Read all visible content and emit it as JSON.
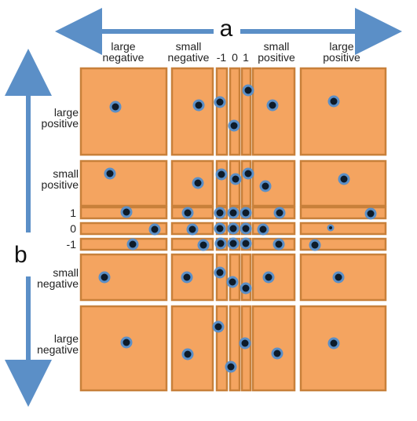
{
  "axis_a": {
    "label": "a",
    "columns": [
      "large\nnegative",
      "small\nnegative",
      "-1",
      "0",
      "1",
      "small\npositive",
      "large\npositive"
    ]
  },
  "axis_b": {
    "label": "b",
    "rows": [
      "large\npositive",
      "small\npositive",
      "1",
      "0",
      "-1",
      "small\nnegative",
      "large\nnegative"
    ]
  },
  "colors": {
    "arrow": "#5b8fc7",
    "cell_fill": "#f4a460",
    "cell_border": "#c8803a",
    "dot_fill": "#0d1b2a",
    "dot_ring": "#5b8fc7"
  }
}
